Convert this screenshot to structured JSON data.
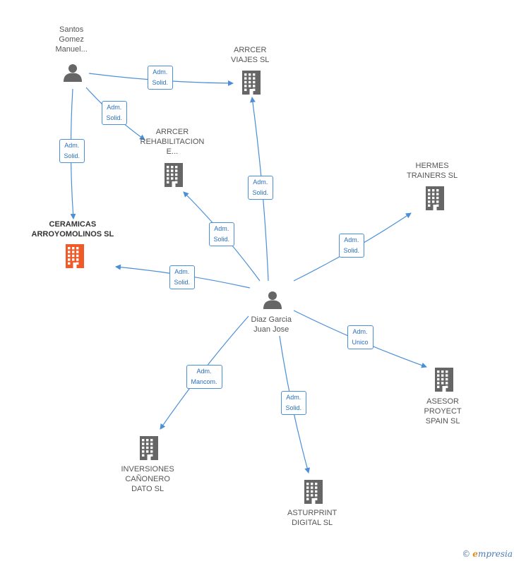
{
  "nodes": [
    {
      "id": "santos",
      "kind": "person",
      "lines": [
        "Santos",
        "Gomez",
        "Manuel..."
      ],
      "color": "#666666"
    },
    {
      "id": "arrcer_viajes",
      "kind": "company",
      "lines": [
        "ARRCER",
        "VIAJES SL"
      ],
      "color": "#666666"
    },
    {
      "id": "arrcer_rehab",
      "kind": "company",
      "lines": [
        "ARRCER",
        "REHABILITACION",
        "E..."
      ],
      "color": "#666666"
    },
    {
      "id": "ceramicas",
      "kind": "company",
      "lines": [
        "CERAMICAS",
        "ARROYOMOLINOS SL"
      ],
      "color": "#f05a28",
      "highlight": true
    },
    {
      "id": "hermes",
      "kind": "company",
      "lines": [
        "HERMES",
        "TRAINERS SL"
      ],
      "color": "#666666"
    },
    {
      "id": "diaz",
      "kind": "person",
      "lines": [
        "Diaz Garcia",
        "Juan Jose"
      ],
      "color": "#666666"
    },
    {
      "id": "asesor",
      "kind": "company",
      "lines": [
        "ASESOR",
        "PROYECT",
        "SPAIN SL"
      ],
      "color": "#666666"
    },
    {
      "id": "inversiones",
      "kind": "company",
      "lines": [
        "INVERSIONES",
        "CAÑONERO",
        "DATO SL"
      ],
      "color": "#666666"
    },
    {
      "id": "asturprint",
      "kind": "company",
      "lines": [
        "ASTURPRINT",
        "DIGITAL SL"
      ],
      "color": "#666666"
    }
  ],
  "edges": [
    {
      "from": "santos",
      "to": "arrcer_viajes",
      "label": [
        "Adm.",
        "Solid."
      ]
    },
    {
      "from": "santos",
      "to": "arrcer_rehab",
      "label": [
        "Adm.",
        "Solid."
      ]
    },
    {
      "from": "santos",
      "to": "ceramicas",
      "label": [
        "Adm.",
        "Solid."
      ]
    },
    {
      "from": "diaz",
      "to": "arrcer_viajes",
      "label": [
        "Adm.",
        "Solid."
      ]
    },
    {
      "from": "diaz",
      "to": "arrcer_rehab",
      "label": [
        "Adm.",
        "Solid."
      ]
    },
    {
      "from": "diaz",
      "to": "ceramicas",
      "label": [
        "Adm.",
        "Solid."
      ]
    },
    {
      "from": "diaz",
      "to": "hermes",
      "label": [
        "Adm.",
        "Solid."
      ]
    },
    {
      "from": "diaz",
      "to": "asesor",
      "label": [
        "Adm.",
        "Unico"
      ]
    },
    {
      "from": "diaz",
      "to": "inversiones",
      "label": [
        "Adm.",
        "Mancom."
      ]
    },
    {
      "from": "diaz",
      "to": "asturprint",
      "label": [
        "Adm.",
        "Solid."
      ]
    }
  ],
  "colors": {
    "edge": "#4a8fd8",
    "edge_label_text": "#2a6fbf"
  },
  "brand": {
    "copyright": "©",
    "initial": "e",
    "rest": "mpresia"
  }
}
